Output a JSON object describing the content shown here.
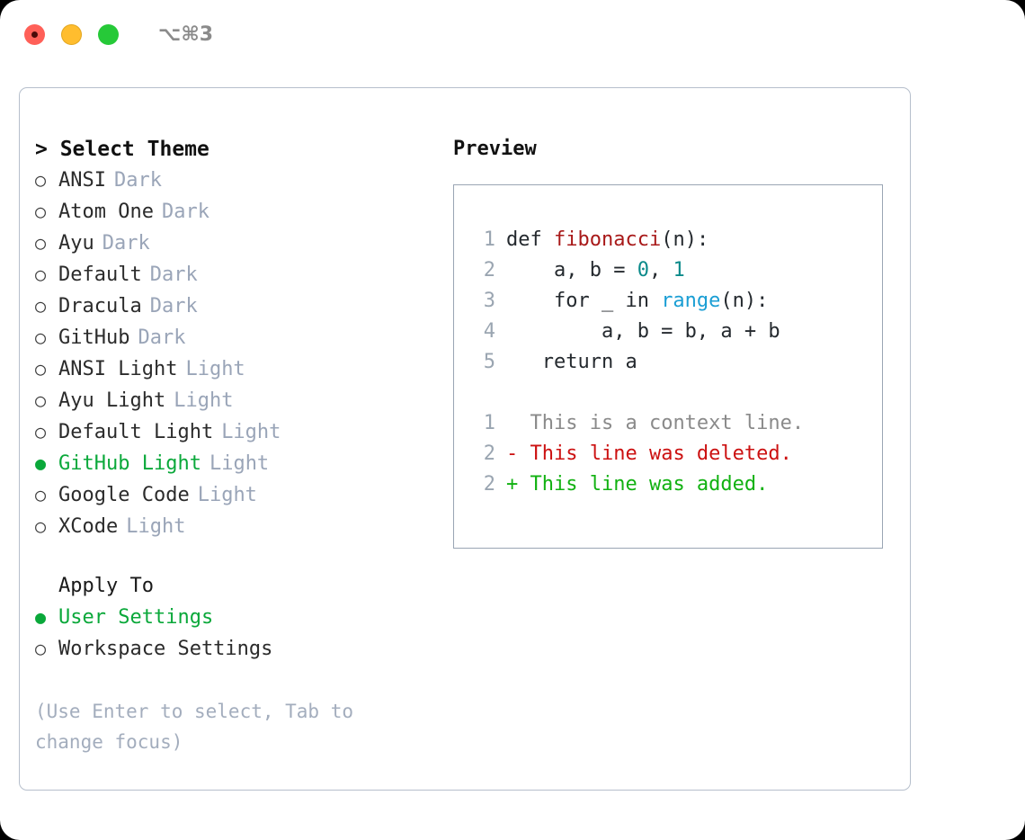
{
  "titlebar": {
    "shortcut": "⌥⌘3",
    "lights": [
      {
        "name": "close",
        "color": "#ff6058"
      },
      {
        "name": "minimize",
        "color": "#ffbd2e"
      },
      {
        "name": "maximize",
        "color": "#26c938"
      }
    ]
  },
  "theme_selector": {
    "heading": "> Select Theme",
    "bullet_unselected": "○",
    "bullet_selected": "●",
    "items": [
      {
        "label": "ANSI",
        "tag": "Dark",
        "selected": false
      },
      {
        "label": "Atom One",
        "tag": "Dark",
        "selected": false
      },
      {
        "label": "Ayu",
        "tag": "Dark",
        "selected": false
      },
      {
        "label": "Default",
        "tag": "Dark",
        "selected": false
      },
      {
        "label": "Dracula",
        "tag": "Dark",
        "selected": false
      },
      {
        "label": "GitHub",
        "tag": "Dark",
        "selected": false
      },
      {
        "label": "ANSI Light",
        "tag": "Light",
        "selected": false
      },
      {
        "label": "Ayu Light",
        "tag": "Light",
        "selected": false
      },
      {
        "label": "Default Light",
        "tag": "Light",
        "selected": false
      },
      {
        "label": "GitHub Light",
        "tag": "Light",
        "selected": true
      },
      {
        "label": "Google Code",
        "tag": "Light",
        "selected": false
      },
      {
        "label": "XCode",
        "tag": "Light",
        "selected": false
      }
    ]
  },
  "apply_to": {
    "heading": "Apply To",
    "items": [
      {
        "label": "User Settings",
        "selected": true
      },
      {
        "label": "Workspace Settings",
        "selected": false
      }
    ]
  },
  "hint": "(Use Enter to select, Tab to change focus)",
  "preview": {
    "heading": "Preview",
    "code_lines": [
      {
        "num": "1",
        "tokens": [
          {
            "t": "def ",
            "c": "plain"
          },
          {
            "t": "fibonacci",
            "c": "fn"
          },
          {
            "t": "(n):",
            "c": "plain"
          }
        ]
      },
      {
        "num": "2",
        "tokens": [
          {
            "t": "    a, b = ",
            "c": "plain"
          },
          {
            "t": "0",
            "c": "num"
          },
          {
            "t": ", ",
            "c": "plain"
          },
          {
            "t": "1",
            "c": "num"
          }
        ]
      },
      {
        "num": "3",
        "tokens": [
          {
            "t": "    for _ in ",
            "c": "plain"
          },
          {
            "t": "range",
            "c": "call"
          },
          {
            "t": "(n):",
            "c": "plain"
          }
        ]
      },
      {
        "num": "4",
        "tokens": [
          {
            "t": "        a, b = b, a + b",
            "c": "plain"
          }
        ]
      },
      {
        "num": "5",
        "tokens": [
          {
            "t": "   return a",
            "c": "plain"
          }
        ]
      }
    ],
    "diff_lines": [
      {
        "num": "1",
        "marker": "  ",
        "text": "This is a context line.",
        "kind": "ctx"
      },
      {
        "num": "2",
        "marker": "- ",
        "text": "This line was deleted.",
        "kind": "del"
      },
      {
        "num": "2",
        "marker": "+ ",
        "text": "This line was added.",
        "kind": "add"
      }
    ]
  },
  "colors": {
    "accent_green": "#0aa83a",
    "tag_gray": "#9aa5b8",
    "hint_gray": "#a3adbd",
    "panel_border": "#b6bfcc",
    "preview_border": "#9aa5b4",
    "line_number": "#9aa5b1",
    "syntax_function": "#a81919",
    "syntax_number": "#0b8a8a",
    "syntax_call": "#1a9ed4",
    "diff_context": "#8a8a8a",
    "diff_deleted": "#cc1111",
    "diff_added": "#11b111"
  }
}
